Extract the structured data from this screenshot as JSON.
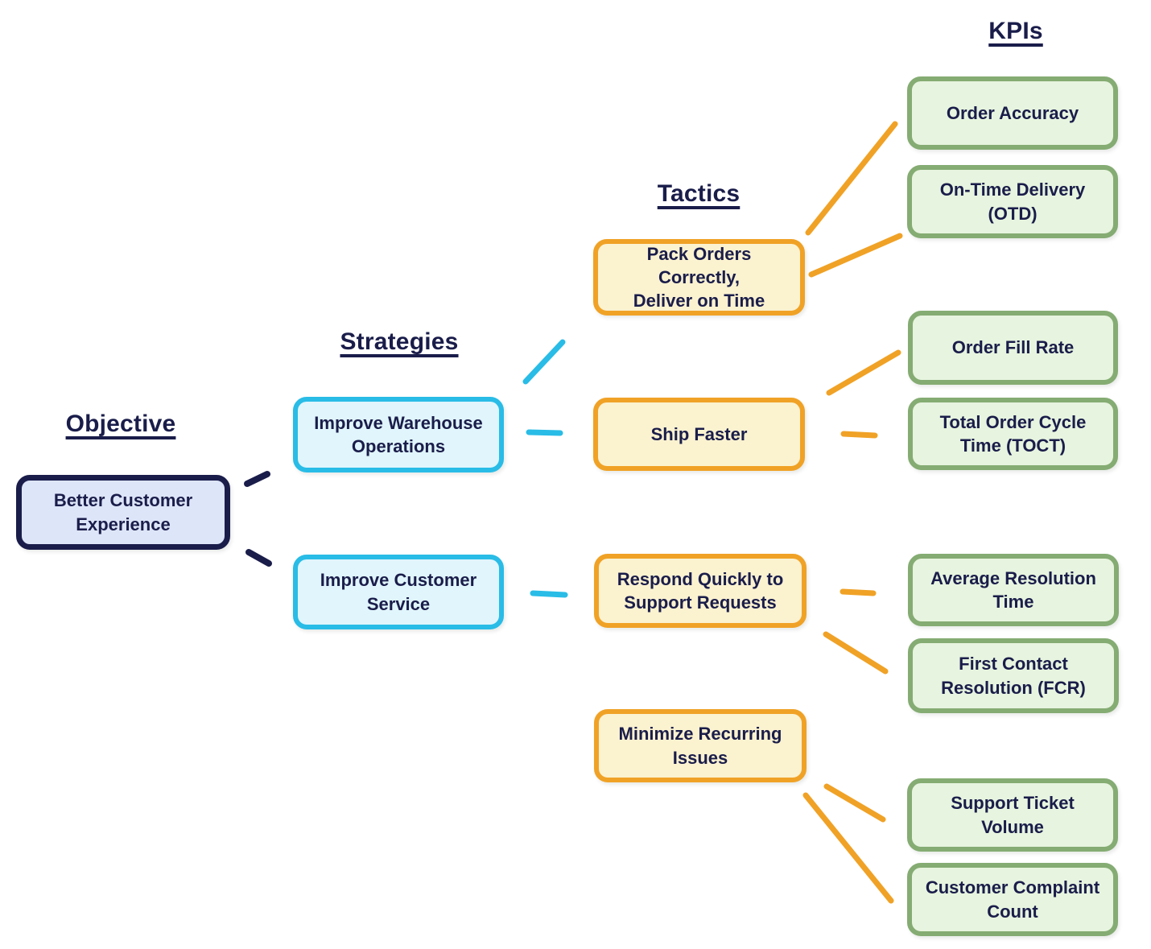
{
  "headers": {
    "objective": "Objective",
    "strategies": "Strategies",
    "tactics": "Tactics",
    "kpis": "KPIs"
  },
  "nodes": {
    "objective": {
      "label": "Better Customer\nExperience"
    },
    "strategies": [
      {
        "label": "Improve Warehouse\nOperations"
      },
      {
        "label": "Improve Customer\nService"
      }
    ],
    "tactics": [
      {
        "label": "Pack Orders Correctly,\nDeliver on Time"
      },
      {
        "label": "Ship Faster"
      },
      {
        "label": "Respond Quickly to\nSupport Requests"
      },
      {
        "label": "Minimize Recurring\nIssues"
      }
    ],
    "kpis": [
      {
        "label": "Order Accuracy"
      },
      {
        "label": "On-Time Delivery\n(OTD)"
      },
      {
        "label": "Order Fill Rate"
      },
      {
        "label": "Total Order Cycle\nTime (TOCT)"
      },
      {
        "label": "Average Resolution\nTime"
      },
      {
        "label": "First Contact\nResolution (FCR)"
      },
      {
        "label": "Support Ticket\nVolume"
      },
      {
        "label": "Customer Complaint\nCount"
      }
    ]
  },
  "edges": [
    {
      "from": "better-customer-experience",
      "to": "improve-warehouse-operations"
    },
    {
      "from": "better-customer-experience",
      "to": "improve-customer-service"
    },
    {
      "from": "improve-warehouse-operations",
      "to": "pack-orders-correctly-deliver-on-time"
    },
    {
      "from": "improve-warehouse-operations",
      "to": "ship-faster"
    },
    {
      "from": "improve-customer-service",
      "to": "respond-quickly-to-support-requests"
    },
    {
      "from": "pack-orders-correctly-deliver-on-time",
      "to": "order-accuracy"
    },
    {
      "from": "pack-orders-correctly-deliver-on-time",
      "to": "on-time-delivery-otd"
    },
    {
      "from": "ship-faster",
      "to": "order-fill-rate"
    },
    {
      "from": "ship-faster",
      "to": "total-order-cycle-time-toct"
    },
    {
      "from": "respond-quickly-to-support-requests",
      "to": "average-resolution-time"
    },
    {
      "from": "respond-quickly-to-support-requests",
      "to": "first-contact-resolution-fcr"
    },
    {
      "from": "minimize-recurring-issues",
      "to": "support-ticket-volume"
    },
    {
      "from": "minimize-recurring-issues",
      "to": "customer-complaint-count"
    }
  ],
  "colors": {
    "navy": "#1a1d4a",
    "objective_fill": "#dde5f8",
    "cyan": "#29bce6",
    "cyan_fill": "#e0f5fc",
    "orange": "#f0a226",
    "orange_fill": "#fbf2d0",
    "green": "#85ac73",
    "green_fill": "#e7f4df",
    "background": "#ffffff"
  }
}
